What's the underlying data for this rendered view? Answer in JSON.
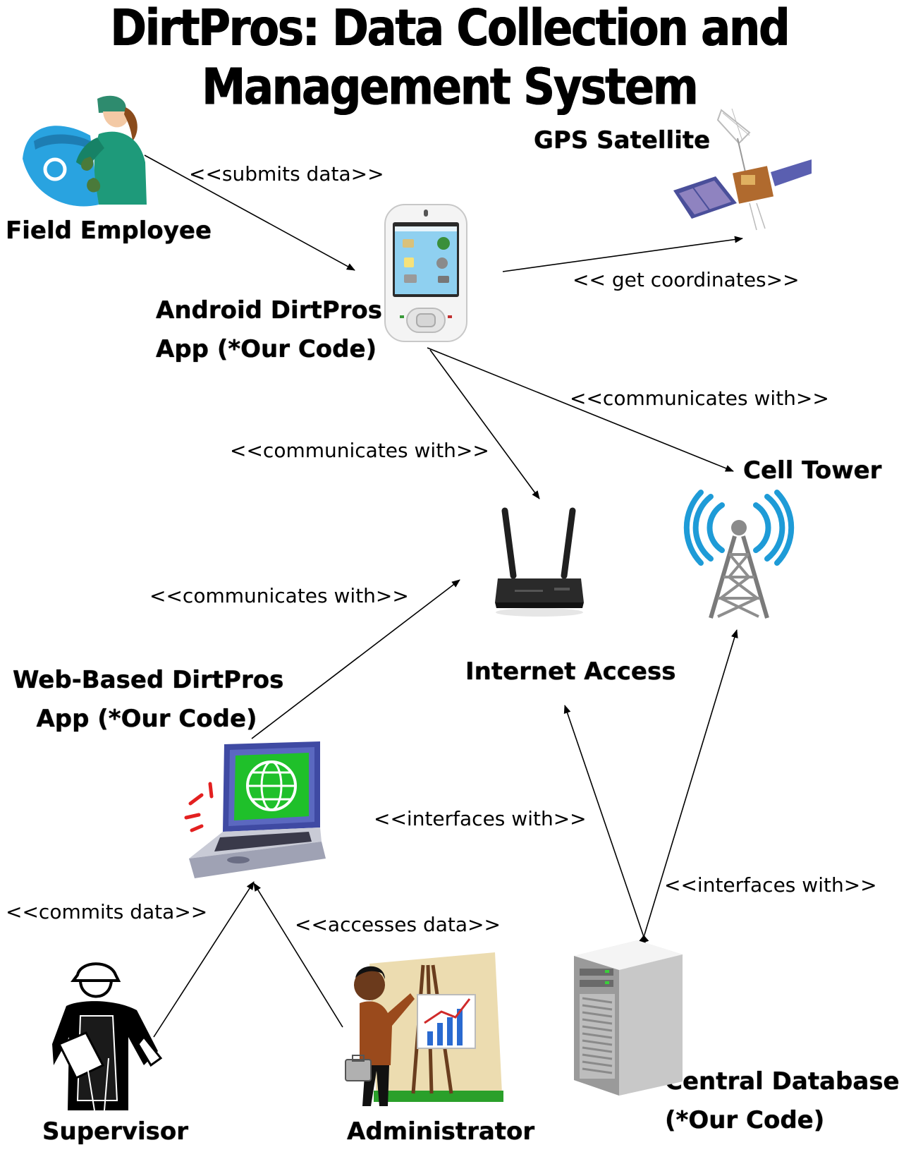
{
  "title": "DirtPros: Data Collection and Management System",
  "nodes": {
    "field_employee": {
      "label": "Field Employee",
      "icon": "field-worker-icon"
    },
    "android_app": {
      "label_line1": "Android DirtPros",
      "label_line2": "App (*Our Code)",
      "icon": "smartphone-icon"
    },
    "gps_satellite": {
      "label": "GPS Satellite",
      "icon": "satellite-icon"
    },
    "cell_tower": {
      "label": "Cell Tower",
      "icon": "cell-tower-icon"
    },
    "internet_access": {
      "label": "Internet Access",
      "icon": "router-icon"
    },
    "web_app": {
      "label_line1": "Web-Based DirtPros",
      "label_line2": "App (*Our Code)",
      "icon": "laptop-icon"
    },
    "supervisor": {
      "label": "Supervisor",
      "icon": "supervisor-icon"
    },
    "administrator": {
      "label": "Administrator",
      "icon": "administrator-icon"
    },
    "central_database": {
      "label_line1": "Central Database",
      "label_line2": "(*Our Code)",
      "icon": "server-icon"
    }
  },
  "edges": [
    {
      "id": "submits",
      "from": "field_employee",
      "to": "android_app",
      "label": "<<submits data>>"
    },
    {
      "id": "coords",
      "from": "android_app",
      "to": "gps_satellite",
      "label": "<< get coordinates>>"
    },
    {
      "id": "comm_tower",
      "from": "android_app",
      "to": "cell_tower",
      "label": "<<communicates with>>"
    },
    {
      "id": "comm_net",
      "from": "android_app",
      "to": "internet_access",
      "label": "<<communicates with>>"
    },
    {
      "id": "comm_web",
      "from": "web_app",
      "to": "internet_access",
      "label": "<<communicates with>>"
    },
    {
      "id": "iface_net",
      "from": "central_database",
      "to": "internet_access",
      "label": "<<interfaces with>>"
    },
    {
      "id": "iface_tower",
      "from": "central_database",
      "to": "cell_tower",
      "label": "<<interfaces with>>"
    },
    {
      "id": "commits",
      "from": "supervisor",
      "to": "web_app",
      "label": "<<commits data>>"
    },
    {
      "id": "accesses",
      "from": "administrator",
      "to": "web_app",
      "label": "<<accesses data>>"
    }
  ]
}
